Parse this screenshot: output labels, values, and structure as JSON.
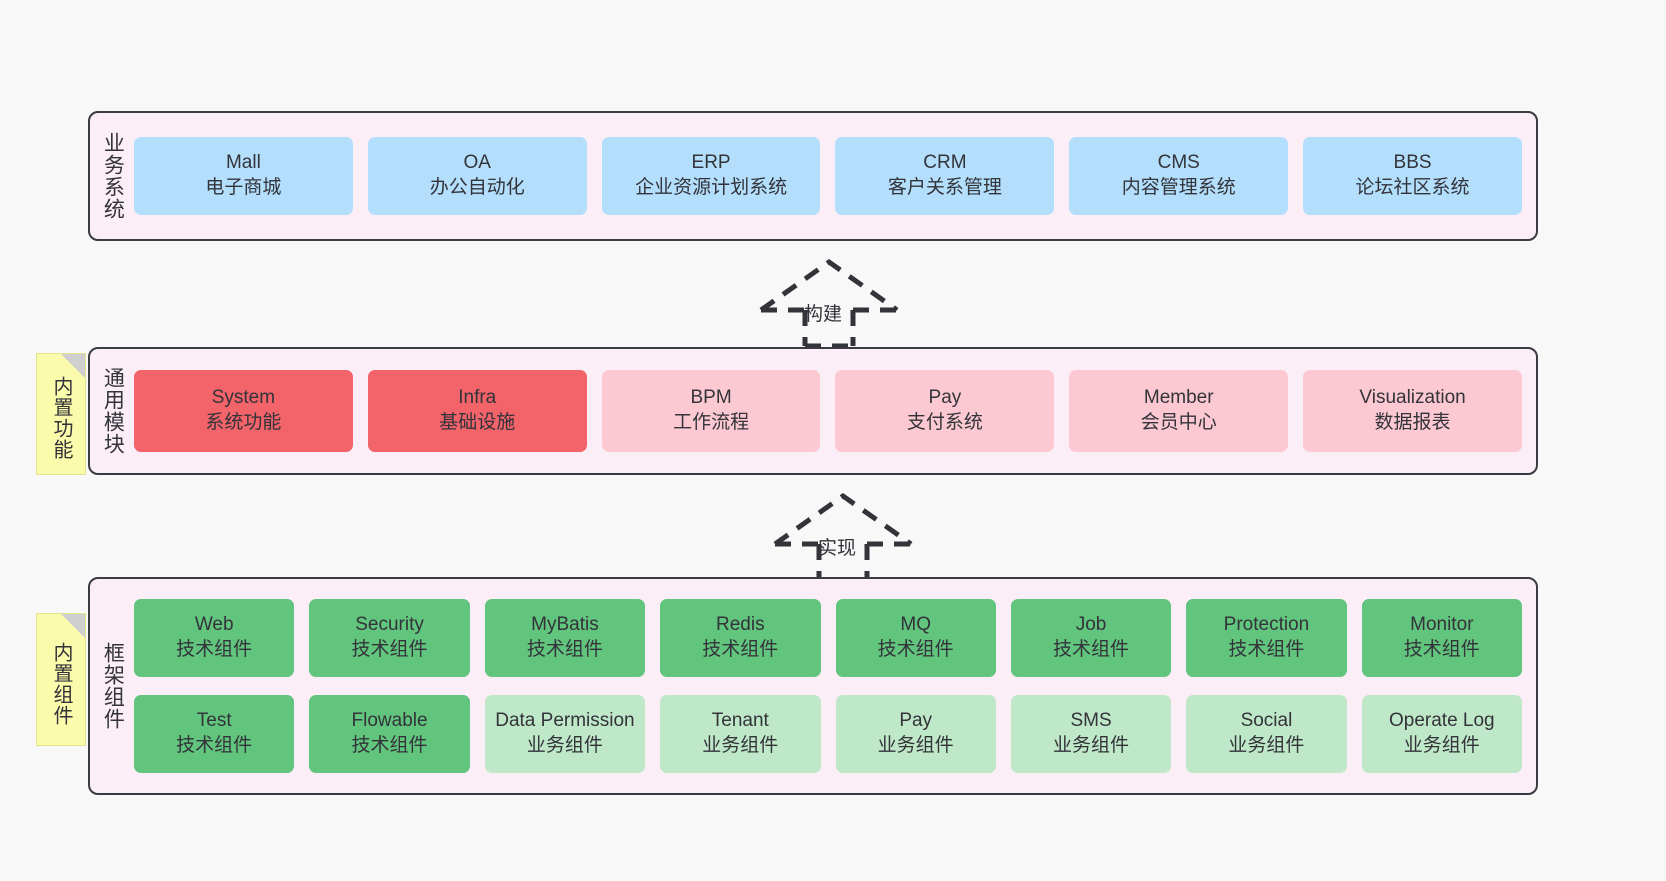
{
  "layers": [
    {
      "id": "business",
      "title": "业务系统",
      "note": null,
      "rows": [
        [
          {
            "en": "Mall",
            "cn": "电子商城",
            "style": "blue"
          },
          {
            "en": "OA",
            "cn": "办公自动化",
            "style": "blue"
          },
          {
            "en": "ERP",
            "cn": "企业资源计划系统",
            "style": "blue"
          },
          {
            "en": "CRM",
            "cn": "客户关系管理",
            "style": "blue"
          },
          {
            "en": "CMS",
            "cn": "内容管理系统",
            "style": "blue"
          },
          {
            "en": "BBS",
            "cn": "论坛社区系统",
            "style": "blue"
          }
        ]
      ]
    },
    {
      "id": "modules",
      "title": "通用模块",
      "note": "内置功能",
      "rows": [
        [
          {
            "en": "System",
            "cn": "系统功能",
            "style": "red-strong"
          },
          {
            "en": "Infra",
            "cn": "基础设施",
            "style": "red-strong"
          },
          {
            "en": "BPM",
            "cn": "工作流程",
            "style": "red-light"
          },
          {
            "en": "Pay",
            "cn": "支付系统",
            "style": "red-light"
          },
          {
            "en": "Member",
            "cn": "会员中心",
            "style": "red-light"
          },
          {
            "en": "Visualization",
            "cn": "数据报表",
            "style": "red-light"
          }
        ]
      ]
    },
    {
      "id": "framework",
      "title": "框架组件",
      "note": "内置组件",
      "rows": [
        [
          {
            "en": "Web",
            "cn": "技术组件",
            "style": "green-strong"
          },
          {
            "en": "Security",
            "cn": "技术组件",
            "style": "green-strong"
          },
          {
            "en": "MyBatis",
            "cn": "技术组件",
            "style": "green-strong"
          },
          {
            "en": "Redis",
            "cn": "技术组件",
            "style": "green-strong"
          },
          {
            "en": "MQ",
            "cn": "技术组件",
            "style": "green-strong"
          },
          {
            "en": "Job",
            "cn": "技术组件",
            "style": "green-strong"
          },
          {
            "en": "Protection",
            "cn": "技术组件",
            "style": "green-strong"
          },
          {
            "en": "Monitor",
            "cn": "技术组件",
            "style": "green-strong"
          }
        ],
        [
          {
            "en": "Test",
            "cn": "技术组件",
            "style": "green-strong"
          },
          {
            "en": "Flowable",
            "cn": "技术组件",
            "style": "green-strong"
          },
          {
            "en": "Data Permission",
            "cn": "业务组件",
            "style": "green-light"
          },
          {
            "en": "Tenant",
            "cn": "业务组件",
            "style": "green-light"
          },
          {
            "en": "Pay",
            "cn": "业务组件",
            "style": "green-light"
          },
          {
            "en": "SMS",
            "cn": "业务组件",
            "style": "green-light"
          },
          {
            "en": "Social",
            "cn": "业务组件",
            "style": "green-light"
          },
          {
            "en": "Operate Log",
            "cn": "业务组件",
            "style": "green-light"
          }
        ]
      ]
    }
  ],
  "arrows": [
    {
      "id": "build",
      "label": "构建"
    },
    {
      "id": "implement",
      "label": "实现"
    }
  ],
  "colors": {
    "panel_bg": "#fbeef7",
    "panel_border": "#3b3b43",
    "blue": "#b3dffc",
    "red_strong": "#f2636a",
    "red_light": "#fcc9d2",
    "green_strong": "#62c57e",
    "green_light": "#bfe8c8",
    "note_bg": "#fbfbac",
    "canvas_bg": "#f8f8f8"
  }
}
